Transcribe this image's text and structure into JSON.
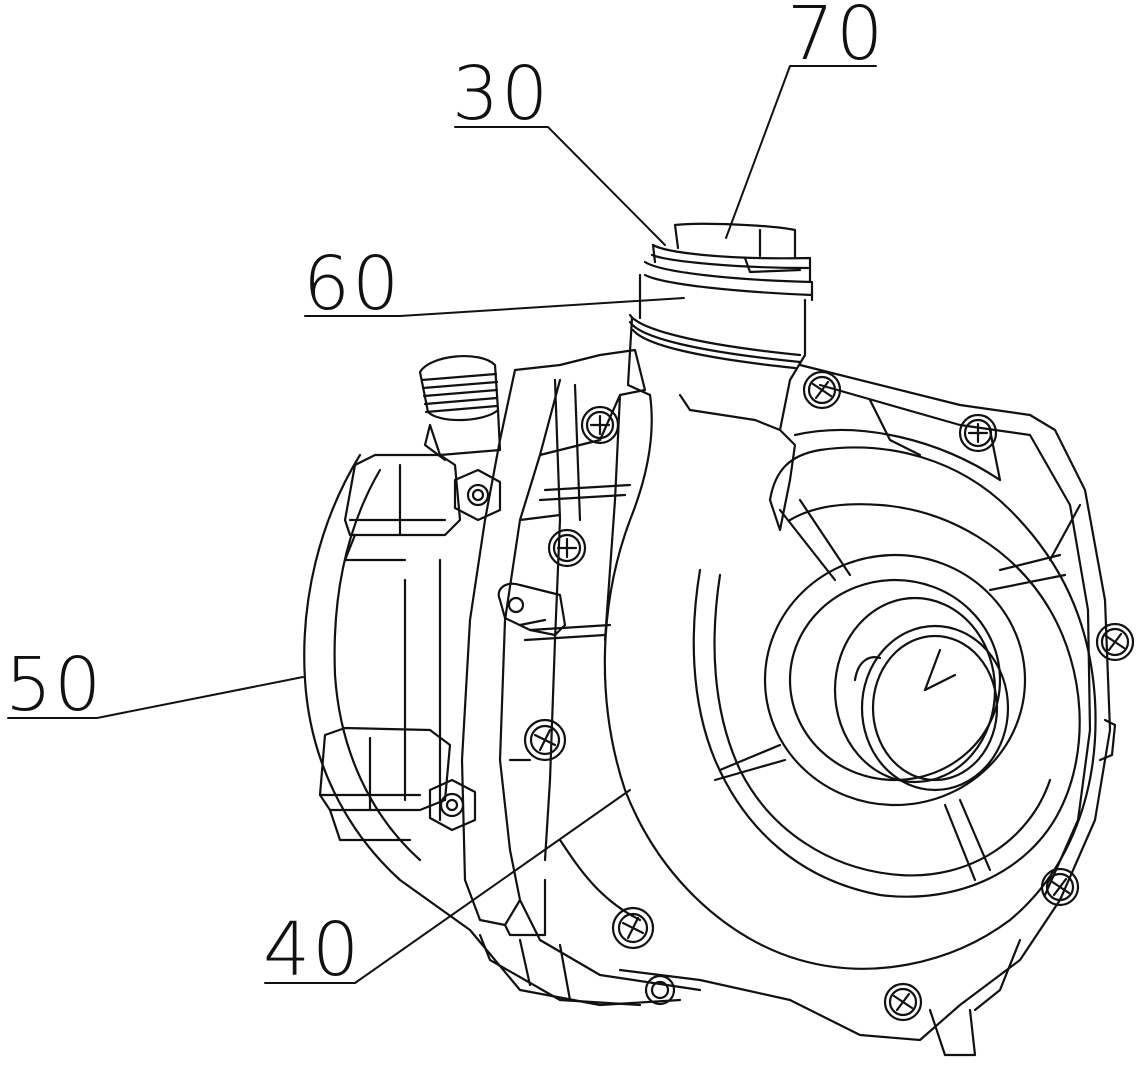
{
  "labels": {
    "l70": "70",
    "l30": "30",
    "l60": "60",
    "l50": "50",
    "l40": "40"
  },
  "colors": {
    "line": "#111111",
    "background": "#ffffff"
  }
}
